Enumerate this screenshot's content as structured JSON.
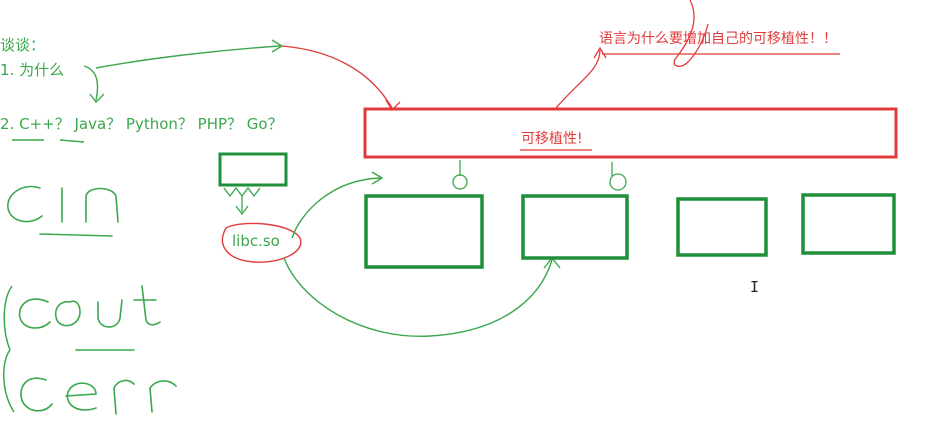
{
  "notes": {
    "heading": "谈谈：",
    "item1": "1. 为什么",
    "item2": "2. C++？ Java？ Python？ PHP？ Go？",
    "lib_label": "libc.so",
    "portability_label": "可移植性!",
    "question": "语言为什么要增加自己的可移植性！！",
    "handwriting_words": [
      "cin",
      "cout",
      "cerr"
    ]
  },
  "colors": {
    "green": "#3aa84c",
    "dark_green": "#1f8f3a",
    "red": "#e23b3b"
  },
  "icons": {
    "cursor": "text-cursor-icon"
  }
}
